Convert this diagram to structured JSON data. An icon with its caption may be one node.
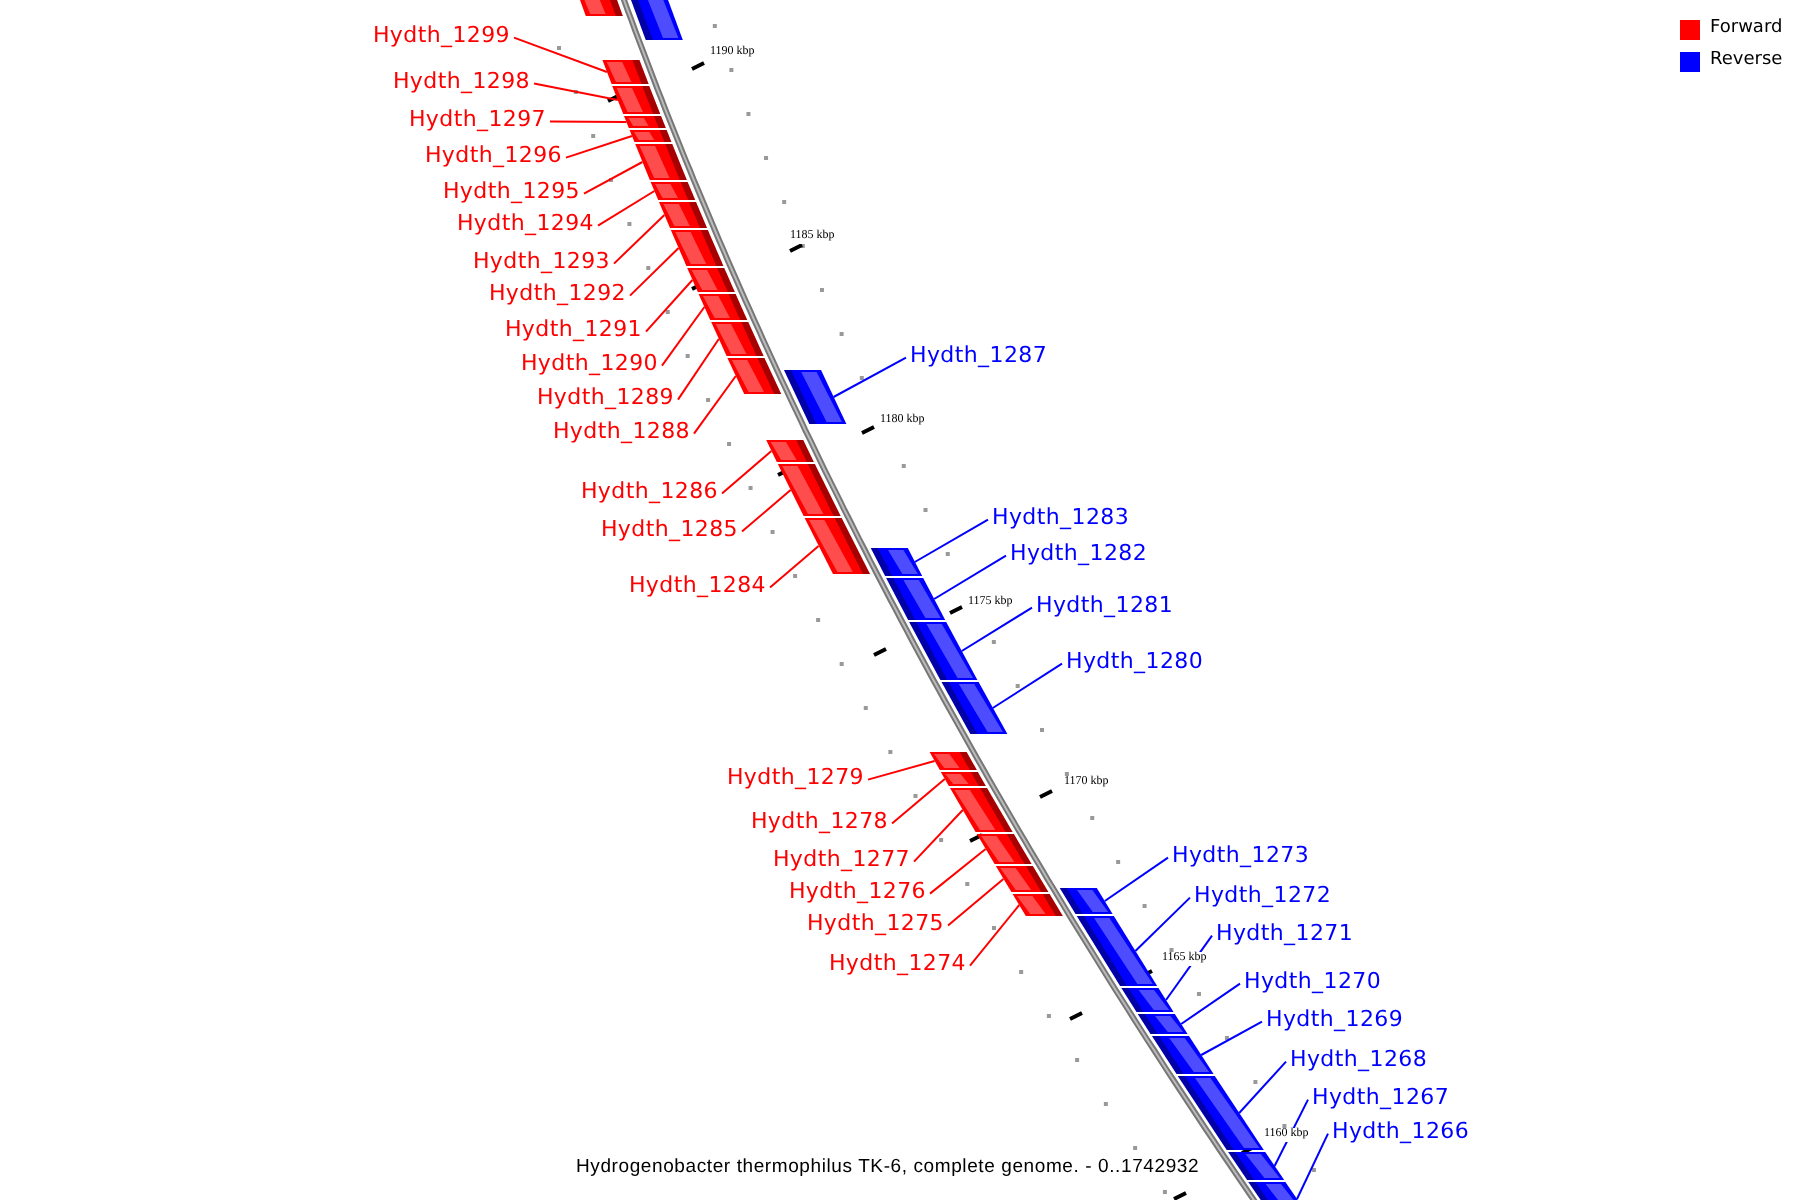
{
  "diagram": {
    "caption": "Hydrogenobacter thermophilus TK-6, complete genome. - 0..1742932",
    "nodes": [
      {
        "text": [],
        "shape": "bar"
      },
      {
        "text": [],
        "shape": "bar"
      },
      {
        "text": [
          "Hydth_1299"
        ]
      },
      {
        "text": [],
        "shape": "bar"
      },
      {
        "text": [
          "Hydth_1298"
        ]
      },
      {
        "text": [],
        "shape": "bar"
      },
      {
        "text": [
          "Hydth_1297"
        ]
      },
      {
        "text": [],
        "shape": "bar"
      },
      {
        "text": [
          "Hydth_1296"
        ]
      },
      {
        "text": [],
        "shape": "bar"
      },
      {
        "text": [
          "Hydth_1295"
        ]
      },
      {
        "text": [],
        "shape": "bar"
      },
      {
        "text": [
          "Hydth_1294"
        ]
      },
      {
        "text": [],
        "shape": "bar"
      },
      {
        "text": [
          "Hydth_1293"
        ]
      },
      {
        "text": [],
        "shape": "bar"
      },
      {
        "text": [
          "Hydth_1292"
        ]
      },
      {
        "text": [],
        "shape": "bar"
      },
      {
        "text": [
          "Hydth_1291"
        ]
      },
      {
        "text": [],
        "shape": "bar"
      },
      {
        "text": [
          "Hydth_1290"
        ]
      },
      {
        "text": [],
        "shape": "bar"
      },
      {
        "text": [
          "Hydth_1289"
        ]
      },
      {
        "text": [],
        "shape": "bar"
      },
      {
        "text": [
          "Hydth_1288"
        ]
      },
      {
        "text": [],
        "shape": "bar"
      },
      {
        "text": [
          "Hydth_1287"
        ]
      },
      {
        "text": [],
        "shape": "bar"
      },
      {
        "text": [
          "Hydth_1286"
        ]
      },
      {
        "text": [],
        "shape": "bar"
      },
      {
        "text": [
          "Hydth_1285"
        ]
      },
      {
        "text": [],
        "shape": "bar"
      },
      {
        "text": [
          "Hydth_1284"
        ]
      },
      {
        "text": [],
        "shape": "bar"
      },
      {
        "text": [
          "Hydth_1283"
        ]
      },
      {
        "text": [],
        "shape": "bar"
      },
      {
        "text": [
          "Hydth_1282"
        ]
      },
      {
        "text": [],
        "shape": "bar"
      },
      {
        "text": [
          "Hydth_1281"
        ]
      },
      {
        "text": [],
        "shape": "bar"
      },
      {
        "text": [
          "Hydth_1280"
        ]
      },
      {
        "text": [],
        "shape": "bar"
      },
      {
        "text": [
          "Hydth_1279"
        ]
      },
      {
        "text": [],
        "shape": "bar"
      },
      {
        "text": [
          "Hydth_1278"
        ]
      },
      {
        "text": [],
        "shape": "bar"
      },
      {
        "text": [
          "Hydth_1277"
        ]
      },
      {
        "text": [],
        "shape": "bar"
      },
      {
        "text": [
          "Hydth_1276"
        ]
      },
      {
        "text": [],
        "shape": "bar"
      },
      {
        "text": [
          "Hydth_1275"
        ]
      },
      {
        "text": [],
        "shape": "bar"
      },
      {
        "text": [
          "Hydth_1274"
        ]
      },
      {
        "text": [],
        "shape": "bar"
      },
      {
        "text": [
          "Hydth_1273"
        ]
      },
      {
        "text": [],
        "shape": "bar"
      },
      {
        "text": [
          "Hydth_1272"
        ]
      },
      {
        "text": [],
        "shape": "bar"
      },
      {
        "text": [
          "Hydth_1271"
        ]
      },
      {
        "text": [],
        "shape": "bar"
      },
      {
        "text": [
          "Hydth_1270"
        ]
      },
      {
        "text": [],
        "shape": "bar"
      },
      {
        "text": [
          "Hydth_1269"
        ]
      },
      {
        "text": [],
        "shape": "bar"
      },
      {
        "text": [
          "Hydth_1268"
        ]
      },
      {
        "text": [],
        "shape": "bar"
      },
      {
        "text": [
          "Hydth_1267"
        ]
      },
      {
        "text": [],
        "shape": "bar"
      },
      {
        "text": [
          "Hydth_1266"
        ]
      },
      {
        "text": [],
        "shape": "bar"
      }
    ],
    "edges": [
      {
        "from": 2,
        "to": 3,
        "arrow": "none"
      },
      {
        "from": 4,
        "to": 5,
        "arrow": "none"
      },
      {
        "from": 6,
        "to": 7,
        "arrow": "none"
      },
      {
        "from": 8,
        "to": 9,
        "arrow": "none"
      },
      {
        "from": 10,
        "to": 11,
        "arrow": "none"
      },
      {
        "from": 12,
        "to": 13,
        "arrow": "none"
      },
      {
        "from": 14,
        "to": 15,
        "arrow": "none"
      },
      {
        "from": 16,
        "to": 17,
        "arrow": "none"
      },
      {
        "from": 18,
        "to": 19,
        "arrow": "none"
      },
      {
        "from": 20,
        "to": 21,
        "arrow": "none"
      },
      {
        "from": 22,
        "to": 23,
        "arrow": "none"
      },
      {
        "from": 24,
        "to": 25,
        "arrow": "none"
      },
      {
        "from": 26,
        "to": 27,
        "arrow": "none",
        "color": "#0000ff"
      },
      {
        "from": 28,
        "to": 29,
        "arrow": "none"
      },
      {
        "from": 30,
        "to": 31,
        "arrow": "none"
      },
      {
        "from": 32,
        "to": 33,
        "arrow": "none"
      },
      {
        "from": 34,
        "to": 35,
        "arrow": "none",
        "color": "#0000ff"
      },
      {
        "from": 36,
        "to": 37,
        "arrow": "none",
        "color": "#0000ff"
      },
      {
        "from": 38,
        "to": 39,
        "arrow": "none",
        "color": "#0000ff"
      },
      {
        "from": 40,
        "to": 41,
        "arrow": "none",
        "color": "#0000ff"
      },
      {
        "from": 42,
        "to": 43,
        "arrow": "none"
      },
      {
        "from": 44,
        "to": 45,
        "arrow": "none"
      },
      {
        "from": 46,
        "to": 47,
        "arrow": "none"
      },
      {
        "from": 48,
        "to": 49,
        "arrow": "none"
      },
      {
        "from": 50,
        "to": 51,
        "arrow": "none"
      },
      {
        "from": 52,
        "to": 53,
        "arrow": "none"
      },
      {
        "from": 54,
        "to": 55,
        "arrow": "none",
        "color": "#0000ff"
      },
      {
        "from": 56,
        "to": 57,
        "arrow": "none",
        "color": "#0000ff"
      },
      {
        "from": 58,
        "to": 59,
        "arrow": "none",
        "color": "#0000ff"
      },
      {
        "from": 60,
        "to": 61,
        "arrow": "none",
        "color": "#0000ff"
      },
      {
        "from": 62,
        "to": 63,
        "arrow": "none",
        "color": "#0000ff"
      },
      {
        "from": 64,
        "to": 65,
        "arrow": "none",
        "color": "#0000ff"
      },
      {
        "from": 66,
        "to": 67,
        "arrow": "none",
        "color": "#0000ff"
      },
      {
        "from": 68,
        "to": 69,
        "arrow": "none",
        "color": "#0000ff"
      }
    ],
    "labels": [
      "1190 kbp",
      "1185 kbp",
      "1180 kbp",
      "1175 kbp",
      "1170 kbp",
      "1165 kbp",
      "1160 kbp"
    ],
    "legend": [
      {
        "text": "Forward",
        "color": "#ff0000"
      },
      {
        "text": "Reverse",
        "color": "#0000ff"
      }
    ]
  }
}
